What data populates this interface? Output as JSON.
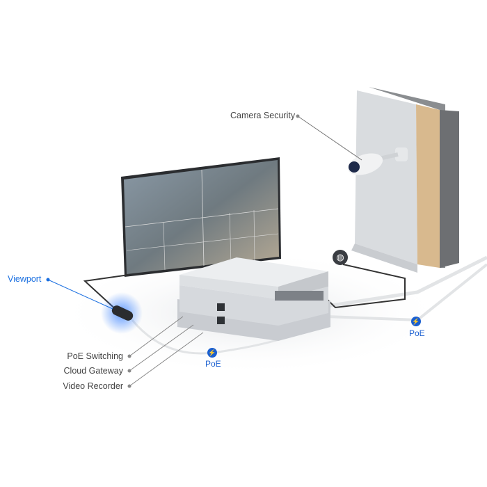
{
  "labels": {
    "camera": "Camera Security",
    "viewport": "Viewport",
    "poe_switching": "PoE Switching",
    "cloud_gateway": "Cloud Gateway",
    "video_recorder": "Video Recorder"
  },
  "poe_badges": [
    {
      "label": "PoE"
    },
    {
      "label": "PoE"
    }
  ],
  "icons": {
    "poe": "lightning-icon",
    "internet": "globe-icon"
  },
  "colors": {
    "accent": "#1a6fe0",
    "label": "#444444"
  }
}
